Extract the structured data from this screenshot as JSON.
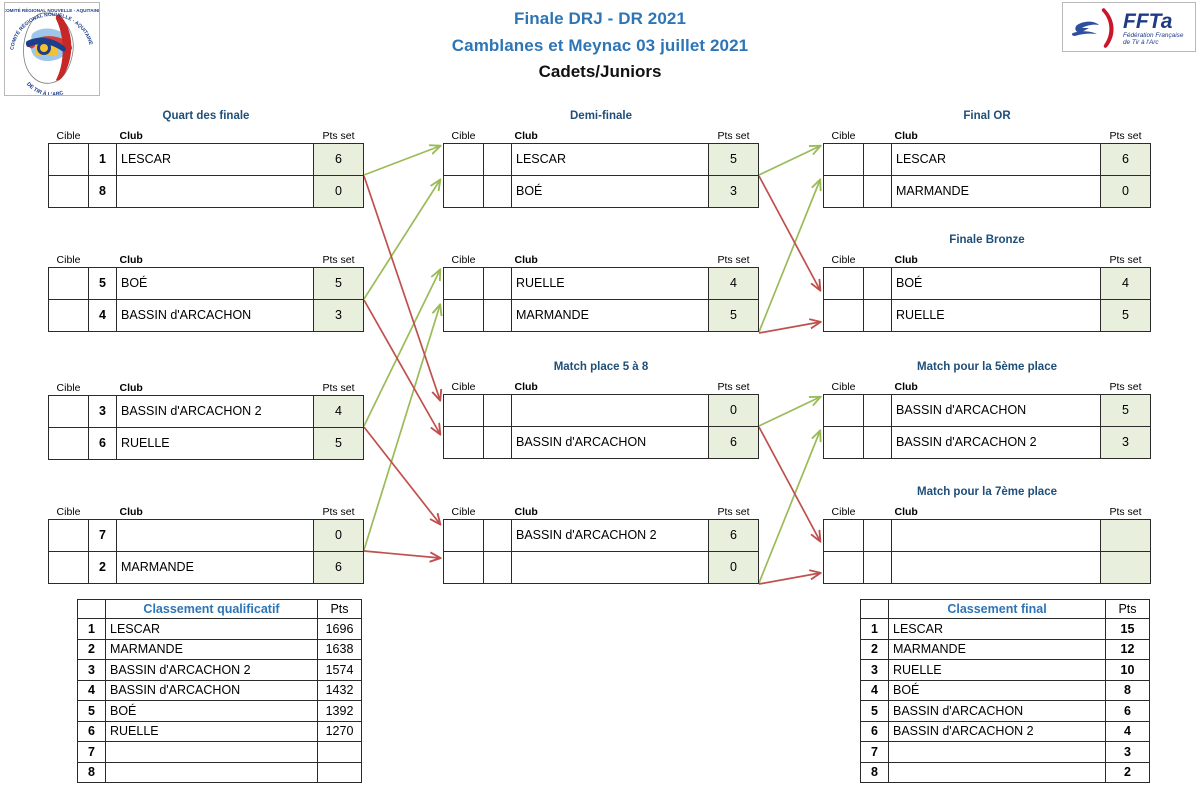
{
  "header": {
    "title_line1": "Finale DRJ - DR 2021",
    "title_line2": "Camblanes et Meynac 03 juillet 2021",
    "category": "Cadets/Juniors",
    "logo_left_alt": "Comité Régional Nouvelle-Aquitaine de Tir à l'Arc",
    "logo_right_name": "FFTa",
    "logo_right_sub1": "Fédération Française",
    "logo_right_sub2": "de Tir à l'Arc"
  },
  "colors": {
    "section_title": "#1F4E79",
    "header_blue": "#2E75B6",
    "winner_arrow": "#9BBB59",
    "loser_arrow": "#C0504D",
    "pts_cell_bg": "#E9EFDD"
  },
  "columns": {
    "cible": "Cible",
    "club": "Club",
    "pts_set": "Pts set",
    "pts": "Pts"
  },
  "sections": {
    "quarter": "Quart des finale",
    "semi": "Demi-finale",
    "final_gold": "Final OR",
    "final_bronze": "Finale Bronze",
    "match_5_8": "Match place 5 à 8",
    "match_5th": "Match pour la 5ème place",
    "match_7th": "Match pour la 7ème place"
  },
  "matches": {
    "qf1": {
      "rows": [
        {
          "cible": "",
          "seed": "1",
          "club": "LESCAR",
          "pts": "6"
        },
        {
          "cible": "",
          "seed": "8",
          "club": "",
          "pts": "0"
        }
      ]
    },
    "qf2": {
      "rows": [
        {
          "cible": "",
          "seed": "5",
          "club": "BOÉ",
          "pts": "5"
        },
        {
          "cible": "",
          "seed": "4",
          "club": "BASSIN d'ARCACHON",
          "pts": "3"
        }
      ]
    },
    "qf3": {
      "rows": [
        {
          "cible": "",
          "seed": "3",
          "club": "BASSIN d'ARCACHON 2",
          "pts": "4"
        },
        {
          "cible": "",
          "seed": "6",
          "club": "RUELLE",
          "pts": "5"
        }
      ]
    },
    "qf4": {
      "rows": [
        {
          "cible": "",
          "seed": "7",
          "club": "",
          "pts": "0"
        },
        {
          "cible": "",
          "seed": "2",
          "club": "MARMANDE",
          "pts": "6"
        }
      ]
    },
    "sf1": {
      "rows": [
        {
          "cible": "",
          "seed": "",
          "club": "LESCAR",
          "pts": "5"
        },
        {
          "cible": "",
          "seed": "",
          "club": "BOÉ",
          "pts": "3"
        }
      ]
    },
    "sf2": {
      "rows": [
        {
          "cible": "",
          "seed": "",
          "club": "RUELLE",
          "pts": "4"
        },
        {
          "cible": "",
          "seed": "",
          "club": "MARMANDE",
          "pts": "5"
        }
      ]
    },
    "gold": {
      "rows": [
        {
          "cible": "",
          "seed": "",
          "club": "LESCAR",
          "pts": "6"
        },
        {
          "cible": "",
          "seed": "",
          "club": "MARMANDE",
          "pts": "0"
        }
      ]
    },
    "bronze": {
      "rows": [
        {
          "cible": "",
          "seed": "",
          "club": "BOÉ",
          "pts": "4"
        },
        {
          "cible": "",
          "seed": "",
          "club": "RUELLE",
          "pts": "5"
        }
      ]
    },
    "p58a": {
      "rows": [
        {
          "cible": "",
          "seed": "",
          "club": "",
          "pts": "0"
        },
        {
          "cible": "",
          "seed": "",
          "club": "BASSIN d'ARCACHON",
          "pts": "6"
        }
      ]
    },
    "p58b": {
      "rows": [
        {
          "cible": "",
          "seed": "",
          "club": "BASSIN d'ARCACHON 2",
          "pts": "6"
        },
        {
          "cible": "",
          "seed": "",
          "club": "",
          "pts": "0"
        }
      ]
    },
    "p5th": {
      "rows": [
        {
          "cible": "",
          "seed": "",
          "club": "BASSIN d'ARCACHON",
          "pts": "5"
        },
        {
          "cible": "",
          "seed": "",
          "club": "BASSIN d'ARCACHON 2",
          "pts": "3"
        }
      ]
    },
    "p7th": {
      "rows": [
        {
          "cible": "",
          "seed": "",
          "club": "",
          "pts": ""
        },
        {
          "cible": "",
          "seed": "",
          "club": "",
          "pts": ""
        }
      ]
    }
  },
  "qualifying_ranking": {
    "title": "Classement qualificatif",
    "pts_header": "Pts",
    "rows": [
      {
        "rank": "1",
        "club": "LESCAR",
        "pts": "1696"
      },
      {
        "rank": "2",
        "club": "MARMANDE",
        "pts": "1638"
      },
      {
        "rank": "3",
        "club": "BASSIN d'ARCACHON 2",
        "pts": "1574"
      },
      {
        "rank": "4",
        "club": "BASSIN d'ARCACHON",
        "pts": "1432"
      },
      {
        "rank": "5",
        "club": "BOÉ",
        "pts": "1392"
      },
      {
        "rank": "6",
        "club": "RUELLE",
        "pts": "1270"
      },
      {
        "rank": "7",
        "club": "",
        "pts": ""
      },
      {
        "rank": "8",
        "club": "",
        "pts": ""
      }
    ]
  },
  "final_ranking": {
    "title": "Classement final",
    "pts_header": "Pts",
    "rows": [
      {
        "rank": "1",
        "club": "LESCAR",
        "pts": "15"
      },
      {
        "rank": "2",
        "club": "MARMANDE",
        "pts": "12"
      },
      {
        "rank": "3",
        "club": "RUELLE",
        "pts": "10"
      },
      {
        "rank": "4",
        "club": "BOÉ",
        "pts": "8"
      },
      {
        "rank": "5",
        "club": "BASSIN d'ARCACHON",
        "pts": "6"
      },
      {
        "rank": "6",
        "club": "BASSIN d'ARCACHON 2",
        "pts": "4"
      },
      {
        "rank": "7",
        "club": "",
        "pts": "3"
      },
      {
        "rank": "8",
        "club": "",
        "pts": "2"
      }
    ]
  }
}
